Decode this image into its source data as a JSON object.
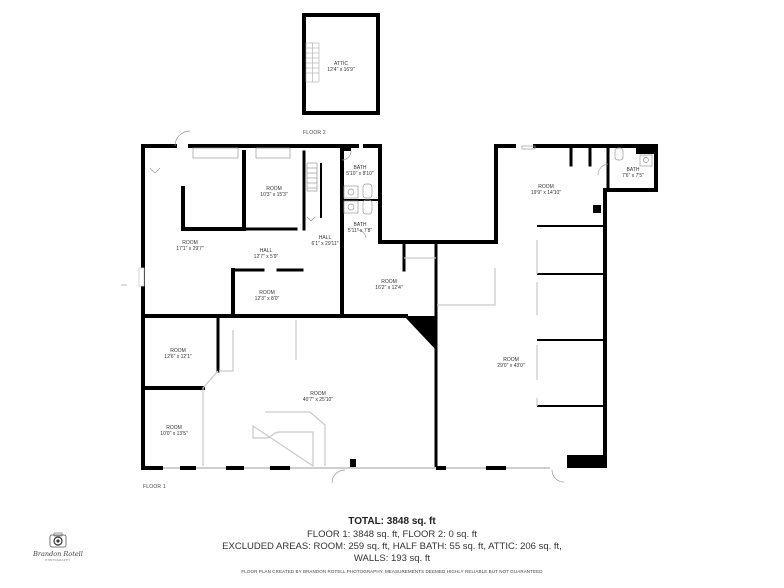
{
  "floor2": {
    "label": "FLOOR 2",
    "rooms": [
      {
        "name": "ATTIC",
        "dims": "12'4\" x 16'9\""
      }
    ]
  },
  "floor1": {
    "label": "FLOOR 1",
    "rooms": [
      {
        "name": "ROOM",
        "dims": "10'3\" x 15'3\""
      },
      {
        "name": "BATH",
        "dims": "5'10\" x 8'10\""
      },
      {
        "name": "BATH",
        "dims": "5'11\" x 7'8\""
      },
      {
        "name": "ROOM",
        "dims": "17'1\" x 29'7\""
      },
      {
        "name": "HALL",
        "dims": "12'7\" x 5'9\""
      },
      {
        "name": "HALL",
        "dims": "6'1\" x 29'11\""
      },
      {
        "name": "ROOM",
        "dims": "12'3\" x 8'0\""
      },
      {
        "name": "ROOM",
        "dims": "16'2\" x 12'4\""
      },
      {
        "name": "ROOM",
        "dims": "19'9\" x 14'10\""
      },
      {
        "name": "BATH",
        "dims": "7'6\" x 7'5\""
      },
      {
        "name": "ROOM",
        "dims": "12'6\" x 12'1\""
      },
      {
        "name": "ROOM",
        "dims": "40'7\" x 25'10\""
      },
      {
        "name": "ROOM",
        "dims": "10'0\" x 13'5\""
      },
      {
        "name": "ROOM",
        "dims": "29'0\" x 43'0\""
      }
    ]
  },
  "summary": {
    "total": "TOTAL: 3848 sq. ft",
    "floors": "FLOOR 1: 3848 sq. ft, FLOOR 2: 0 sq. ft",
    "excluded": "EXCLUDED AREAS: ROOM: 259 sq. ft, HALF BATH: 55 sq. ft, ATTIC: 206 sq. ft,",
    "walls": "WALLS: 193 sq. ft"
  },
  "footer": "FLOOR PLAN CREATED BY BRANDON ROTELL PHOTOGRAPHY. MEASUREMENTS DEEMED HIGHLY RELIABLE BUT NOT GUARANTEED",
  "logo": {
    "icon": "camera-icon",
    "script": "Brandon Rotell",
    "sub": "PHOTOGRAPHY"
  },
  "colors": {
    "wall": "#000000",
    "window": "#cfcfcf",
    "fixture": "#9a9a9a",
    "text": "#333333"
  }
}
